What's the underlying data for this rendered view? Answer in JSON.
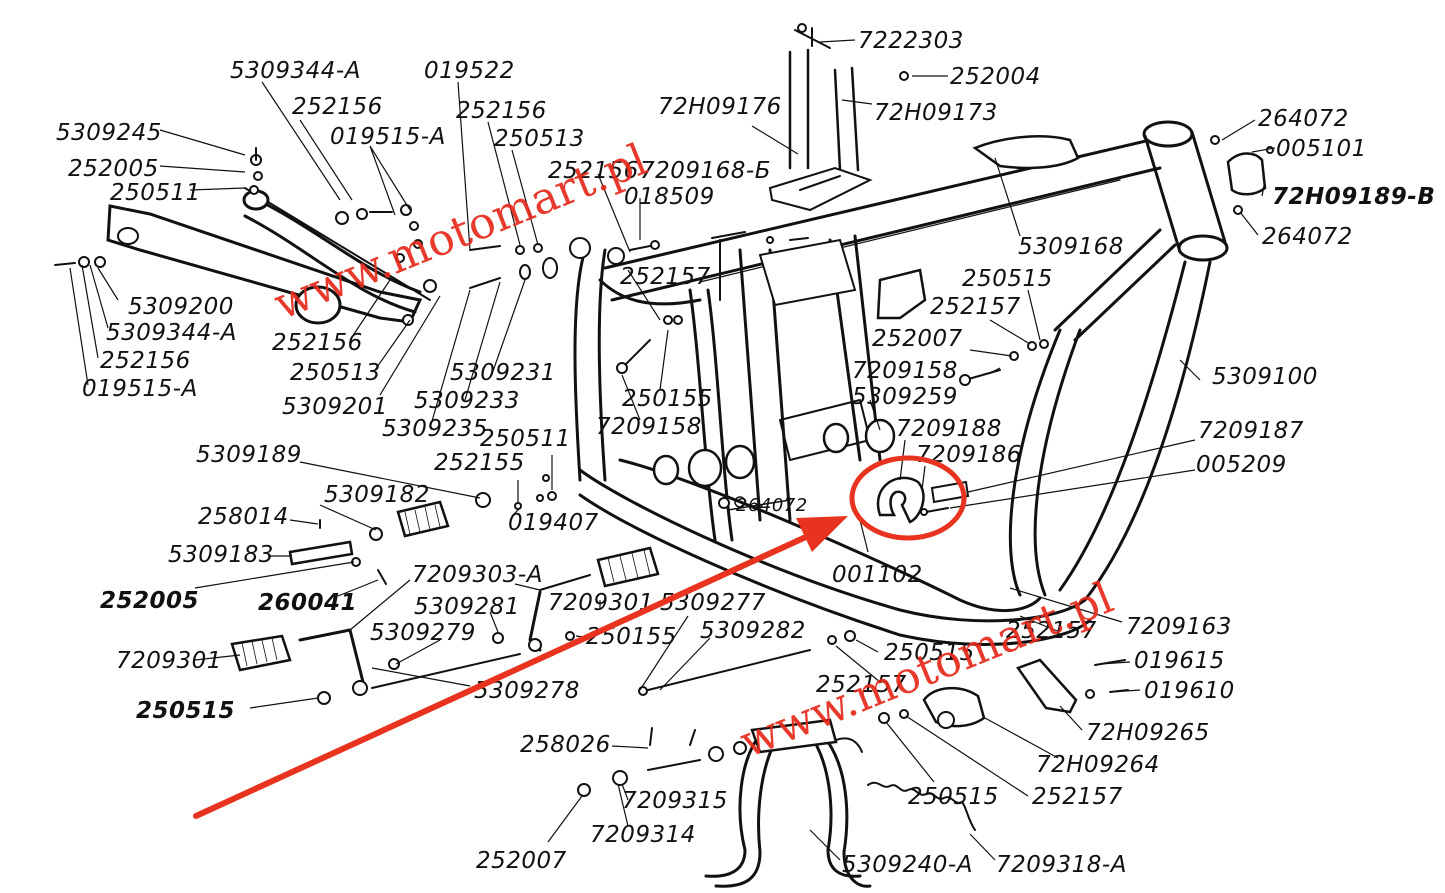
{
  "watermark": {
    "text": "www.motomart.pl",
    "color": "#e52a1c"
  },
  "highlight": {
    "color": "#e8341f"
  },
  "parts": [
    {
      "id": "7222303",
      "label": "7222303"
    },
    {
      "id": "252004",
      "label": "252004"
    },
    {
      "id": "72H09176",
      "label": "72H09176"
    },
    {
      "id": "72H09173",
      "label": "72H09173"
    },
    {
      "id": "5309344-A-top",
      "label": "5309344-A"
    },
    {
      "id": "019522",
      "label": "019522"
    },
    {
      "id": "252156-a",
      "label": "252156"
    },
    {
      "id": "252156-b",
      "label": "252156"
    },
    {
      "id": "019515-A-top",
      "label": "019515-A"
    },
    {
      "id": "250513-a",
      "label": "250513"
    },
    {
      "id": "5309245",
      "label": "5309245"
    },
    {
      "id": "252005-a",
      "label": "252005"
    },
    {
      "id": "250511-a",
      "label": "250511"
    },
    {
      "id": "252156-c",
      "label": "252156"
    },
    {
      "id": "7209168-B",
      "label": "7209168-Б"
    },
    {
      "id": "018509",
      "label": "018509"
    },
    {
      "id": "264072-a",
      "label": "264072"
    },
    {
      "id": "005101",
      "label": "005101"
    },
    {
      "id": "72H09189-B",
      "label": "72H09189-B"
    },
    {
      "id": "264072-b",
      "label": "264072"
    },
    {
      "id": "5309168",
      "label": "5309168"
    },
    {
      "id": "5309200",
      "label": "5309200"
    },
    {
      "id": "5309344-A-left",
      "label": "5309344-A"
    },
    {
      "id": "252156-d",
      "label": "252156"
    },
    {
      "id": "019515-A-left",
      "label": "019515-A"
    },
    {
      "id": "252156-e",
      "label": "252156"
    },
    {
      "id": "250513-b",
      "label": "250513"
    },
    {
      "id": "5309201",
      "label": "5309201"
    },
    {
      "id": "252157-a",
      "label": "252157"
    },
    {
      "id": "250515-a",
      "label": "250515"
    },
    {
      "id": "252157-b",
      "label": "252157"
    },
    {
      "id": "252007-a",
      "label": "252007"
    },
    {
      "id": "5309231",
      "label": "5309231"
    },
    {
      "id": "5309233",
      "label": "5309233"
    },
    {
      "id": "5309235",
      "label": "5309235"
    },
    {
      "id": "250155-a",
      "label": "250155"
    },
    {
      "id": "7209158-a",
      "label": "7209158"
    },
    {
      "id": "7209158-b",
      "label": "7209158"
    },
    {
      "id": "5309259",
      "label": "5309259"
    },
    {
      "id": "5309100",
      "label": "5309100"
    },
    {
      "id": "7209188",
      "label": "7209188"
    },
    {
      "id": "7209186",
      "label": "7209186"
    },
    {
      "id": "7209187",
      "label": "7209187"
    },
    {
      "id": "005209",
      "label": "005209"
    },
    {
      "id": "5309189",
      "label": "5309189"
    },
    {
      "id": "250511-b",
      "label": "250511"
    },
    {
      "id": "252155",
      "label": "252155"
    },
    {
      "id": "5309182",
      "label": "5309182"
    },
    {
      "id": "258014",
      "label": "258014"
    },
    {
      "id": "019407",
      "label": "019407"
    },
    {
      "id": "264072-c",
      "label": "264072"
    },
    {
      "id": "5309183",
      "label": "5309183"
    },
    {
      "id": "001102",
      "label": "001102"
    },
    {
      "id": "252005-b",
      "label": "252005"
    },
    {
      "id": "260041",
      "label": "260041"
    },
    {
      "id": "7209303-A",
      "label": "7209303-A"
    },
    {
      "id": "7209301-a",
      "label": "7209301"
    },
    {
      "id": "5309277",
      "label": "5309277"
    },
    {
      "id": "5309281",
      "label": "5309281"
    },
    {
      "id": "5309279",
      "label": "5309279"
    },
    {
      "id": "250155-b",
      "label": "250155"
    },
    {
      "id": "5309282",
      "label": "5309282"
    },
    {
      "id": "7209163",
      "label": "7209163"
    },
    {
      "id": "252157-c",
      "label": "252157"
    },
    {
      "id": "019615",
      "label": "019615"
    },
    {
      "id": "250515-b",
      "label": "250515"
    },
    {
      "id": "019610",
      "label": "019610"
    },
    {
      "id": "7209301-b",
      "label": "7209301"
    },
    {
      "id": "5309278",
      "label": "5309278"
    },
    {
      "id": "252157-d",
      "label": "252157"
    },
    {
      "id": "72H09265",
      "label": "72H09265"
    },
    {
      "id": "250515-c",
      "label": "250515"
    },
    {
      "id": "258026",
      "label": "258026"
    },
    {
      "id": "72H09264",
      "label": "72H09264"
    },
    {
      "id": "252157-e",
      "label": "252157"
    },
    {
      "id": "7209315",
      "label": "7209315"
    },
    {
      "id": "250515-d",
      "label": "250515"
    },
    {
      "id": "7209314",
      "label": "7209314"
    },
    {
      "id": "252007-b",
      "label": "252007"
    },
    {
      "id": "5309240-A",
      "label": "5309240-A"
    },
    {
      "id": "7209318-A",
      "label": "7209318-A"
    }
  ]
}
